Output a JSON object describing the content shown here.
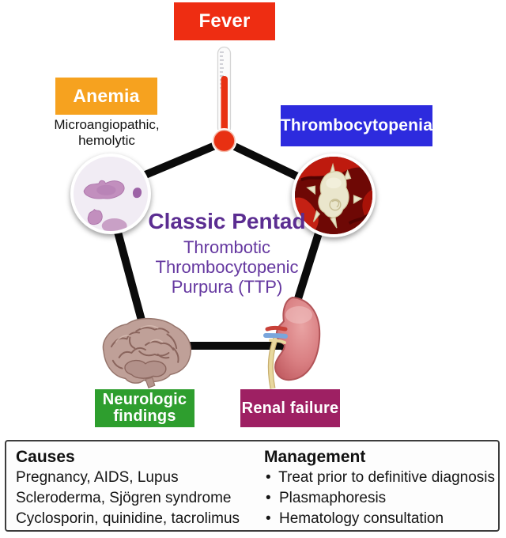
{
  "diagram": {
    "center": {
      "title": "Classic Pentad",
      "subtitle_lines": [
        "Thrombotic",
        "Thrombocytopenic",
        "Purpura (TTP)"
      ]
    },
    "nodes": {
      "fever": {
        "label": "Fever",
        "color": "#EE2D12",
        "icon": "thermometer-icon"
      },
      "anemia": {
        "label": "Anemia",
        "color": "#F6A21F",
        "note_line1": "Microangiopathic,",
        "note_line2": "hemolytic",
        "icon": "blood-cells-image"
      },
      "thrombocytopenia": {
        "label": "Thrombocytopenia",
        "color": "#2D2BDE",
        "icon": "platelet-image"
      },
      "neurologic": {
        "label": "Neurologic findings",
        "color": "#2E9E2E",
        "icon": "brain-image"
      },
      "renal": {
        "label": "Renal failure",
        "color": "#9E2063",
        "icon": "kidney-image"
      }
    }
  },
  "info_panel": {
    "causes": {
      "header": "Causes",
      "items": [
        "Pregnancy, AIDS, Lupus",
        "Scleroderma, Sjögren syndrome",
        "Cyclosporin, quinidine, tacrolimus"
      ]
    },
    "management": {
      "header": "Management",
      "bullet": "•",
      "items": [
        "Treat prior to definitive diagnosis",
        "Plasmaphoresis",
        "Hematology consultation"
      ]
    }
  },
  "colors": {
    "title_purple": "#5B2D91",
    "subtitle_purple": "#6538A0",
    "connector_black": "#0B0B0B",
    "label_text": "#FFFFFF"
  }
}
